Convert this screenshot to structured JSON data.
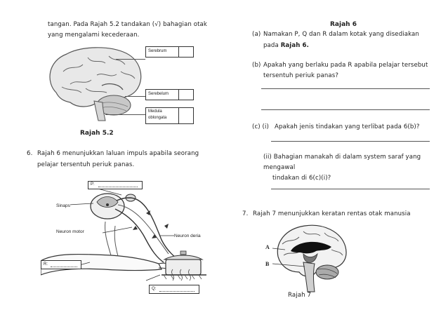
{
  "left": {
    "intro_line1": "tangan. Pada Rajah 5.2 tandakan (√) bahagian otak",
    "intro_line2": "yang mengalami kecederaan.",
    "brain_labels": {
      "serebrum": "Serebrum",
      "serebelum": "Serebelum",
      "medula_1": "Medula",
      "medula_2": "oblongata"
    },
    "caption_52": "Rajah 5.2",
    "q6_num": "6.",
    "q6_line1": "Rajah 6 menunjukkan laluan impuls apabila seorang",
    "q6_line2": "pelajar tersentuh periuk panas.",
    "reflex_labels": {
      "p": "P:",
      "sinaps": "Sinaps",
      "neuron_motor": "Neuron motor",
      "neuron_deria": "Neuron deria",
      "r": "R:",
      "q": "Q:"
    }
  },
  "right": {
    "title": "Rajah 6",
    "a_prefix": "(a)",
    "a_line1": "Namakan P, Q dan R dalam kotak yang disediakan",
    "a_line2_prefix": "pada ",
    "a_line2_bold": "Rajah 6.",
    "b_prefix": "(b)",
    "b_line1": "Apakah yang berlaku pada R apabila pelajar tersebut",
    "b_line2": "tersentuh periuk panas?",
    "c_prefix": "(c) (i)",
    "c_line1": "Apakah jenis tindakan yang terlibat pada 6(b)?",
    "cii_line1": "(ii) Bahagian manakah di dalam system saraf yang",
    "cii_line2": "mengawal",
    "cii_line3": "tindakan di 6(c)(i)?",
    "q7_num": "7.",
    "q7_line": "Rajah 7 menunjukkan keratan rentas otak manusia",
    "label_a": "A",
    "label_b": "B",
    "caption_7": "Rajah 7"
  }
}
